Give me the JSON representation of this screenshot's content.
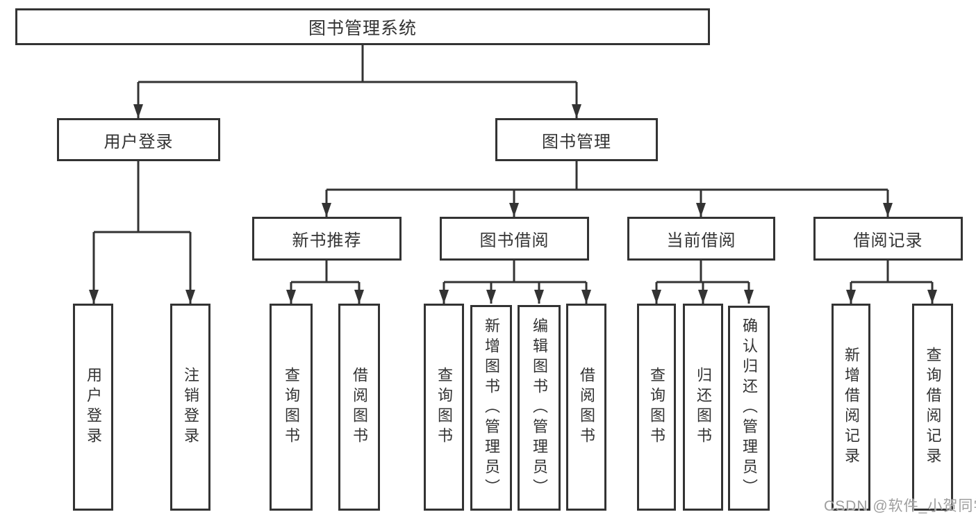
{
  "nodes": {
    "root": "图书管理系统",
    "user_login": "用户登录",
    "book_mgmt": "图书管理",
    "user_login_children": [
      "用户登录",
      "注销登录"
    ],
    "new_book_rec": "新书推荐",
    "book_borrow": "图书借阅",
    "current_borrow": "当前借阅",
    "borrow_records": "借阅记录",
    "new_book_rec_children": [
      "查询图书",
      "借阅图书"
    ],
    "book_borrow_children": [
      "查询图书",
      "新增图书（管理员）",
      "编辑图书（管理员）",
      "借阅图书"
    ],
    "current_borrow_children": [
      "查询图书",
      "归还图书",
      "确认归还（管理员）"
    ],
    "borrow_records_children": [
      "新增借阅记录",
      "查询借阅记录"
    ]
  },
  "watermark": "CSDN @软件_小贺同学",
  "colors": {
    "line": "#333333",
    "text": "#333333",
    "background": "#ffffff",
    "watermark": "#9e9e9e"
  }
}
